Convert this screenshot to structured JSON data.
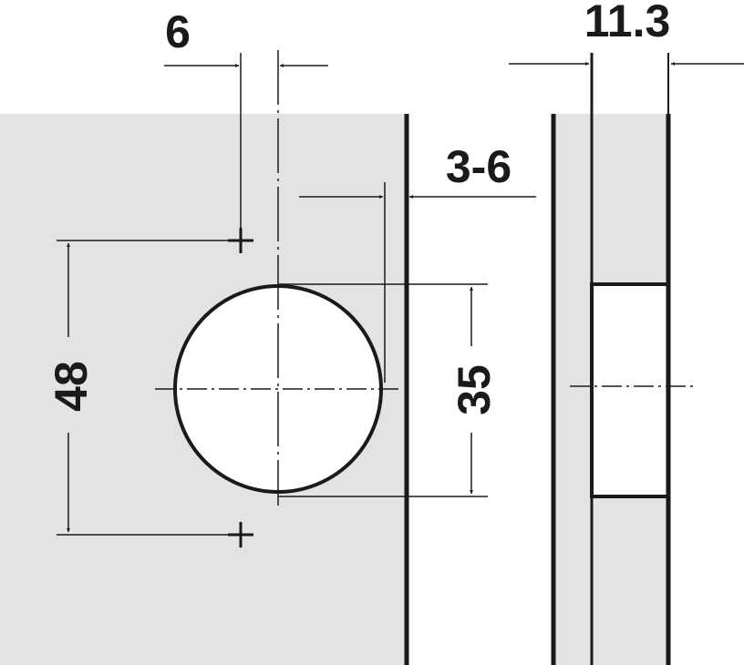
{
  "colors": {
    "panel": "#e3e3e3",
    "line": "#1a1a1a",
    "background": "#ffffff"
  },
  "dimensions": {
    "top_offset": "6",
    "edge_distance": "3-6",
    "thickness": "11.3",
    "screw_spacing": "48",
    "cup_diameter": "35"
  }
}
